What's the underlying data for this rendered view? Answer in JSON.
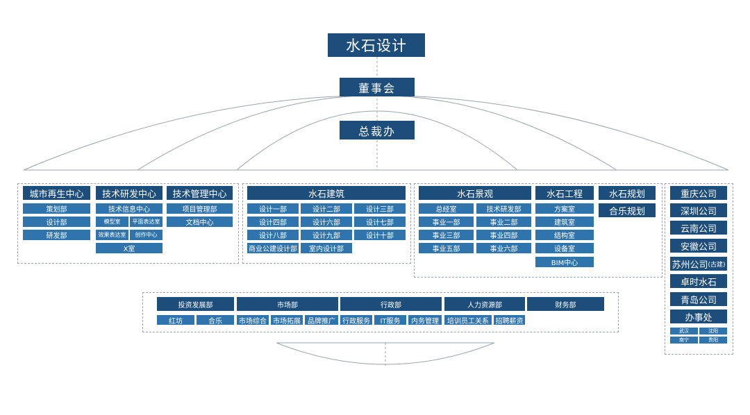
{
  "title": "水石设计",
  "board": "董事会",
  "exec_office": "总裁办",
  "centers": {
    "urban": {
      "name": "城市再生中心",
      "items": [
        "策划部",
        "设计部",
        "研发部"
      ]
    },
    "tech_rd": {
      "name": "技术研发中心",
      "info": "技术信息中心",
      "pairs": [
        [
          "模型室",
          "平面表达室"
        ],
        [
          "效果表达室",
          "创作中心"
        ]
      ],
      "x": "X室"
    },
    "tech_mgmt": {
      "name": "技术管理中心",
      "items": [
        "项目管理部",
        "文档中心"
      ]
    }
  },
  "architecture": {
    "name": "水石建筑",
    "rows": [
      [
        "设计一部",
        "设计二部",
        "设计三部"
      ],
      [
        "设计四部",
        "设计六部",
        "设计七部"
      ],
      [
        "设计八部",
        "设计九部",
        "设计十部"
      ],
      [
        "商业公建设计部",
        "室内设计部"
      ]
    ]
  },
  "landscape": {
    "name": "水石景观",
    "rows": [
      [
        "总经室",
        "技术研发部"
      ],
      [
        "事业一部",
        "事业二部"
      ],
      [
        "事业三部",
        "事业四部"
      ],
      [
        "事业五部",
        "事业六部"
      ]
    ]
  },
  "engineering": {
    "name": "水石工程",
    "items": [
      "方案室",
      "建筑室",
      "结构室",
      "设备室",
      "BIM中心"
    ]
  },
  "planning": {
    "name": "水石规划",
    "sub": "合乐规划"
  },
  "companies": {
    "items": [
      "重庆公司",
      "深圳公司",
      "云南公司",
      "安徽公司"
    ],
    "suzhou": "苏州公司",
    "suzhou_suffix": "(古建)",
    "items2": [
      "卓时水石",
      "青岛公司",
      "办事处"
    ],
    "offices": [
      "武汉",
      "沈阳",
      "南宁",
      "贵阳"
    ]
  },
  "functions": [
    {
      "name": "投资发展部",
      "items": [
        "红坊",
        "合乐"
      ]
    },
    {
      "name": "市场部",
      "items": [
        "市场综合",
        "市场拓展",
        "品牌推广"
      ]
    },
    {
      "name": "行政部",
      "items": [
        "行政服务",
        "IT服务",
        "内务管理"
      ]
    },
    {
      "name": "人力资源部",
      "items": [
        "培训员工关系",
        "招聘薪资"
      ]
    },
    {
      "name": "财务部",
      "items": []
    }
  ]
}
